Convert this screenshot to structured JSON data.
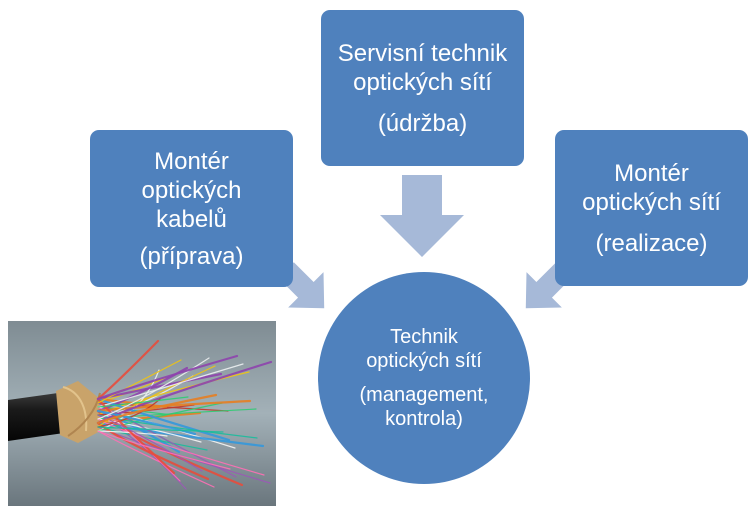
{
  "nodes": {
    "top": {
      "lines": [
        "Servisní technik",
        "optických sítí"
      ],
      "sub": "(údržba)"
    },
    "left": {
      "lines": [
        "Montér",
        "optických",
        "kabelů"
      ],
      "sub": "(příprava)"
    },
    "right": {
      "lines": [
        "Montér",
        "optických sítí"
      ],
      "sub": "(realizace)"
    },
    "center": {
      "lines": [
        "Technik",
        "optických sítí"
      ],
      "sub_lines": [
        "(management,",
        "kontrola)"
      ]
    }
  },
  "colors": {
    "node_fill": "#4f81bd",
    "arrow_fill": "#a6b9d8",
    "text": "#ffffff"
  },
  "image": {
    "subject": "fiber-optic-cable-photo"
  }
}
